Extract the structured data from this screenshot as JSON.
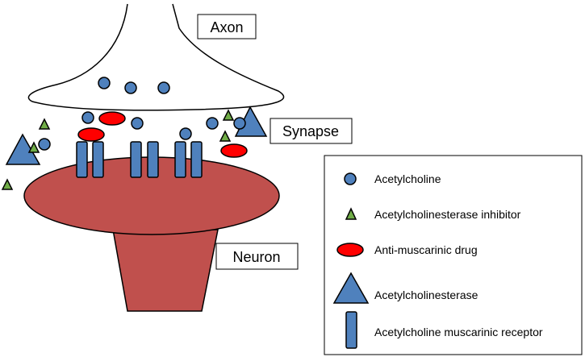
{
  "labels": {
    "axon": "Axon",
    "synapse": "Synapse",
    "neuron": "Neuron"
  },
  "legend": {
    "items": [
      {
        "icon": "acetylcholine-icon",
        "label": "Acetylcholine"
      },
      {
        "icon": "inhibitor-icon",
        "label": "Acetylcholinesterase inhibitor"
      },
      {
        "icon": "anti-muscarinic-drug-icon",
        "label": "Anti-muscarinic drug"
      },
      {
        "icon": "acetylcholinesterase-icon",
        "label": "Acetylcholinesterase"
      },
      {
        "icon": "muscarinic-receptor-icon",
        "label": "Acetylcholine muscarinic receptor"
      }
    ]
  },
  "colors": {
    "acetylcholine": "#4f81bd",
    "inhibitor": "#70ad47",
    "drug": "#ff0000",
    "enzyme": "#4f81bd",
    "receptor": "#4f81bd",
    "neuron": "#c0504d",
    "outline": "#000000"
  }
}
